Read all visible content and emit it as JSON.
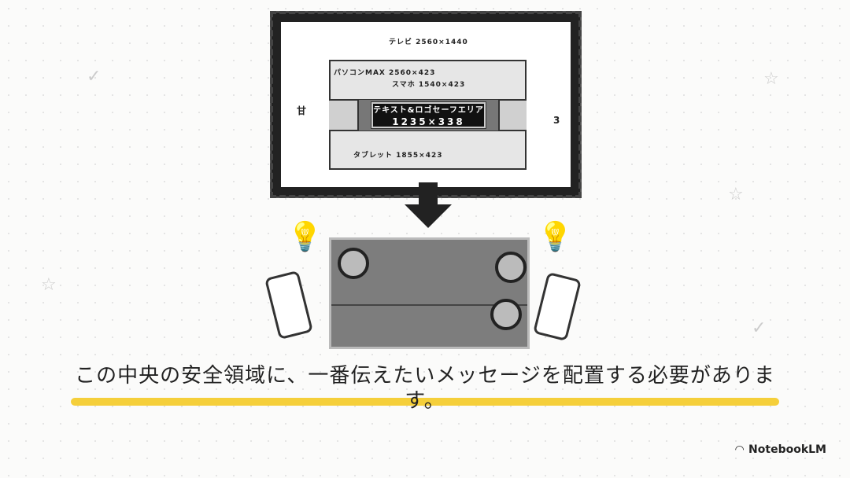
{
  "diagram": {
    "tv_label": "テレビ 2560×1440",
    "pc_label": "パソコンMAX 2560×423",
    "phone_label": "スマホ 1540×423",
    "tablet_label": "タブレット 1855×423",
    "safe_area_title": "テキスト&ロゴセーフエリア",
    "safe_area_size": "1235×338",
    "left_mark": "甘",
    "right_mark": "3"
  },
  "caption": "この中央の安全領域に、一番伝えたいメッセージを配置する必要があります。",
  "brand": "NotebookLM"
}
